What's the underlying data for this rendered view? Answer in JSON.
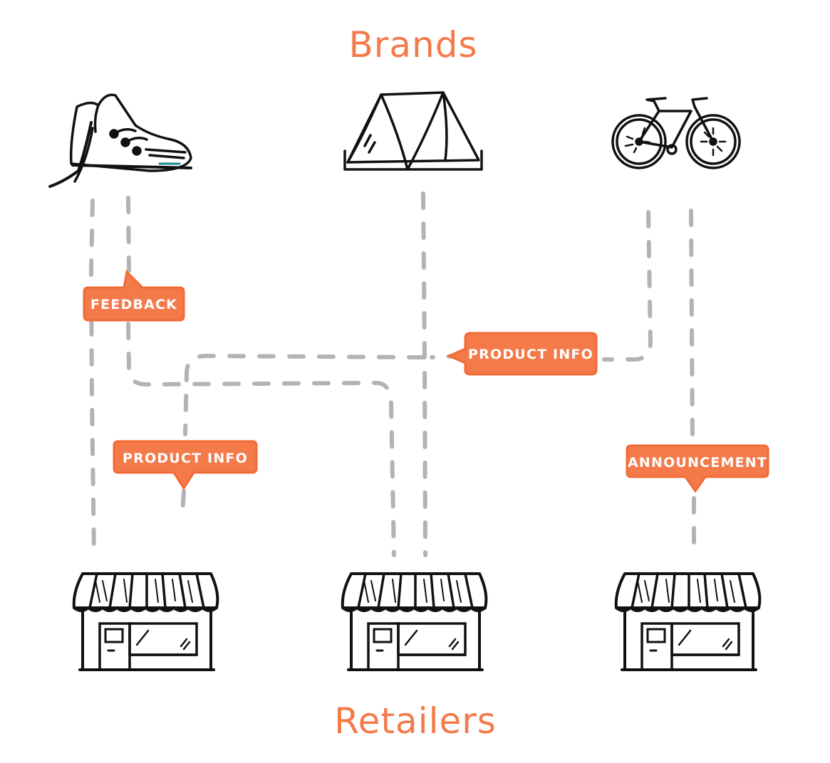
{
  "titles": {
    "top": "Brands",
    "bottom": "Retailers"
  },
  "brands": [
    {
      "icon": "sneaker-icon"
    },
    {
      "icon": "tent-icon"
    },
    {
      "icon": "bicycle-icon"
    }
  ],
  "retailers": [
    {
      "icon": "storefront-icon"
    },
    {
      "icon": "storefront-icon"
    },
    {
      "icon": "storefront-icon"
    }
  ],
  "tags": {
    "feedback": "FEEDBACK",
    "product_info_center": "PRODUCT INFO",
    "product_info_left": "PRODUCT INFO",
    "announcement": "ANNOUNCEMENT"
  },
  "colors": {
    "accent": "#f47a4a",
    "accent_border": "#f26a35",
    "connector": "#b3b3b3",
    "ink": "#111111",
    "teal_detail": "#1c8a8a"
  }
}
